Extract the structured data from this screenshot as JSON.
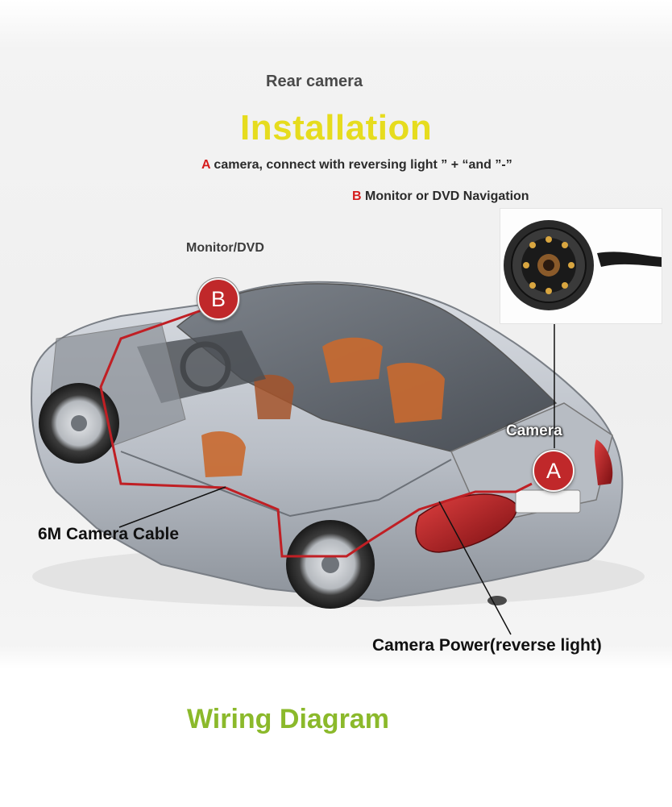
{
  "header": {
    "subtitle": "Rear camera",
    "title": "Installation"
  },
  "notes": [
    {
      "key": "A",
      "text": " camera, connect with reversing light ” + “and ”-”"
    },
    {
      "key": "B",
      "text": " Monitor or DVD Navigation"
    }
  ],
  "badges": {
    "a": "A",
    "b": "B"
  },
  "labels": {
    "monitor": "Monitor/DVD",
    "camera": "Camera",
    "cable": "6M Camera Cable",
    "power": "Camera Power(reverse light)"
  },
  "footer": {
    "title": "Wiring Diagram"
  },
  "colors": {
    "title": "#e6dc1e",
    "footer": "#8bb92b",
    "key_letter": "#d51d1d",
    "badge": "#c0282a",
    "cable": "#c01f24"
  }
}
